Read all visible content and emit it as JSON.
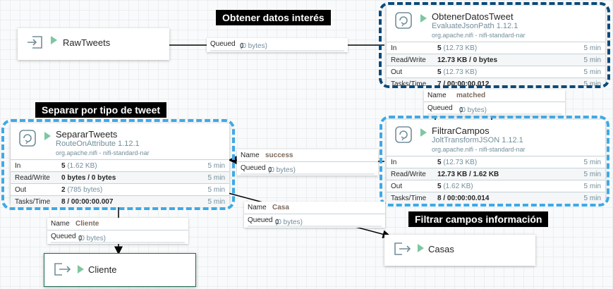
{
  "processors": {
    "obtener": {
      "name": "ObtenerDatosTweet",
      "type": "EvaluateJsonPath 1.12.1",
      "bundle": "org.apache.nifi - nifi-standard-nar",
      "in_val": "5",
      "in_sub": "(12.73 KB)",
      "in_time": "5 min",
      "rw_val": "12.73 KB / 0 bytes",
      "rw_time": "5 min",
      "out_val": "5",
      "out_sub": "(12.73 KB)",
      "out_time": "5 min",
      "tt_val": "7 / 00:00:00.012",
      "tt_time": "5 min"
    },
    "filtrar": {
      "name": "FiltrarCampos",
      "type": "JoltTransformJSON 1.12.1",
      "bundle": "org.apache.nifi - nifi-standard-nar",
      "in_val": "5",
      "in_sub": "(12.73 KB)",
      "in_time": "5 min",
      "rw_val": "12.73 KB / 1.62 KB",
      "rw_time": "5 min",
      "out_val": "5",
      "out_sub": "(1.62 KB)",
      "out_time": "5 min",
      "tt_val": "8 / 00:00:00.014",
      "tt_time": "5 min"
    },
    "separar": {
      "name": "SepararTweets",
      "type": "RouteOnAttribute 1.12.1",
      "bundle": "org.apache.nifi - nifi-standard-nar",
      "in_val": "5",
      "in_sub": "(1.62 KB)",
      "in_time": "5 min",
      "rw_val": "0 bytes / 0 bytes",
      "rw_time": "5 min",
      "out_val": "2",
      "out_sub": "(785 bytes)",
      "out_time": "5 min",
      "tt_val": "8 / 00:00:00.007",
      "tt_time": "5 min"
    }
  },
  "row_labels": {
    "in": "In",
    "rw": "Read/Write",
    "out": "Out",
    "tt": "Tasks/Time"
  },
  "ports": {
    "input": {
      "name": "RawTweets"
    },
    "casas": {
      "name": "Casas"
    },
    "cliente": {
      "name": "Cliente"
    }
  },
  "connections": {
    "raw": {
      "queued_label": "Queued",
      "queued_val": "0",
      "queued_sub": "(0 bytes)"
    },
    "matched": {
      "name_label": "Name",
      "name": "matched",
      "queued_label": "Queued",
      "queued_val": "0",
      "queued_sub": "(0 bytes)"
    },
    "success": {
      "name_label": "Name",
      "name": "success",
      "queued_label": "Queued",
      "queued_val": "0",
      "queued_sub": "(0 bytes)"
    },
    "casa": {
      "name_label": "Name",
      "name": "Casa",
      "queued_label": "Queued",
      "queued_val": "0",
      "queued_sub": "(0 bytes)"
    },
    "cliente": {
      "name_label": "Name",
      "name": "Cliente",
      "queued_label": "Queued",
      "queued_val": "0",
      "queued_sub": "(0 bytes)"
    }
  },
  "annotations": {
    "obtener": "Obtener datos interés",
    "separar": "Separar por tipo de tweet",
    "filtrar": "Filtrar campos información"
  },
  "colors": {
    "highlight_dark": "#0b4a7a",
    "highlight_light": "#3ea9e6",
    "running": "#7dc7a0"
  },
  "icons": [
    "processor-icon",
    "input-port-icon",
    "output-port-icon",
    "run-state-icon"
  ]
}
